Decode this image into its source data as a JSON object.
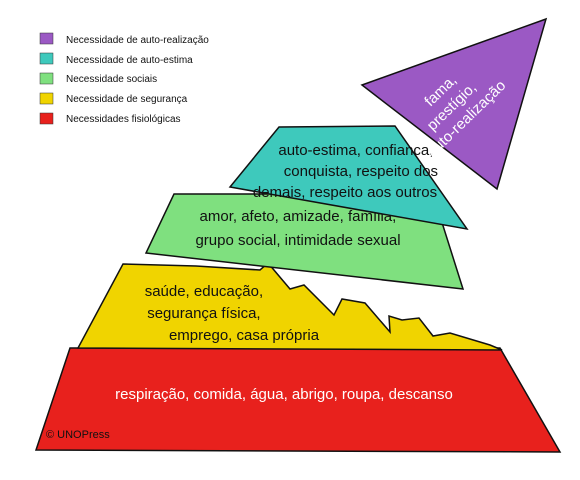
{
  "legend": [
    {
      "label": "Necessidade de auto-realização",
      "color": "#9b59c4"
    },
    {
      "label": "Necessidade de auto-estima",
      "color": "#3ec9bc"
    },
    {
      "label": "Necessidade sociais",
      "color": "#7fe07f"
    },
    {
      "label": "Necessidade de segurança",
      "color": "#f0d400"
    },
    {
      "label": "Necessidades fisiológicas",
      "color": "#e8211d"
    }
  ],
  "tiers": {
    "self_realization": {
      "lines": [
        "fama,",
        "prestígio,",
        "auto-realização"
      ],
      "color": "#9b59c4"
    },
    "esteem": {
      "lines": [
        "auto-estima, confianca,",
        "conquista, respeito dos",
        "demais,  respeito aos outros"
      ],
      "color": "#3ec9bc"
    },
    "social": {
      "lines": [
        "amor, afeto, amizade, família,",
        "grupo social, intimidade sexual"
      ],
      "color": "#7fe07f"
    },
    "safety": {
      "lines": [
        "saúde, educação,",
        "segurança física,",
        "emprego, casa própria"
      ],
      "color": "#f0d400"
    },
    "physiological": {
      "lines": [
        "respiração, comida, água, abrigo, roupa, descanso"
      ],
      "color": "#e8211d"
    }
  },
  "copyright": "© UNOPress"
}
